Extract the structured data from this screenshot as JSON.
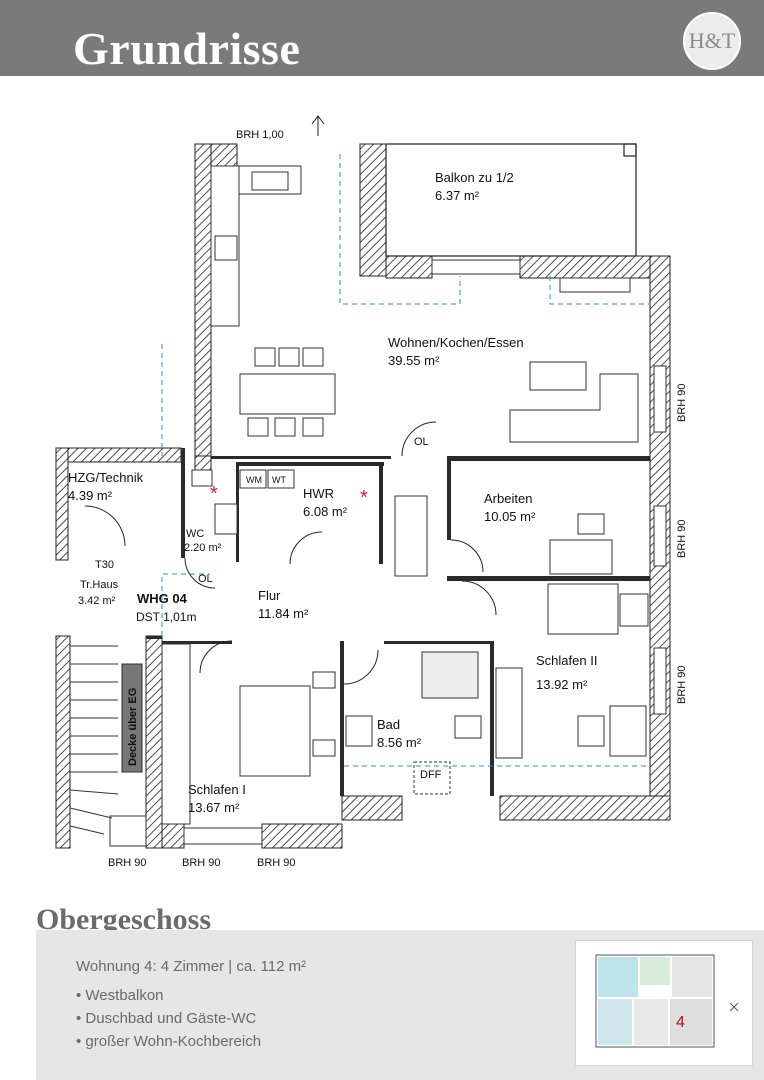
{
  "header": {
    "title": "Grundrisse",
    "logo_text": "H&T"
  },
  "plan": {
    "rooms": [
      {
        "name": "Balkon zu 1/2",
        "area": "6.37 m²"
      },
      {
        "name": "Wohnen/Kochen/Essen",
        "area": "39.55 m²"
      },
      {
        "name": "HZG/Technik",
        "area": "4.39 m²"
      },
      {
        "name": "WC",
        "area": "2.20 m²"
      },
      {
        "name": "HWR",
        "area": "6.08 m²"
      },
      {
        "name": "Arbeiten",
        "area": "10.05 m²"
      },
      {
        "name": "Tr.Haus",
        "area": "3.42 m²"
      },
      {
        "name": "Flur",
        "area": "11.84 m²"
      },
      {
        "name": "Schlafen II",
        "area": "13.92 m²"
      },
      {
        "name": "Bad",
        "area": "8.56 m²"
      },
      {
        "name": "Schlafen I",
        "area": "13.67 m²"
      }
    ],
    "labels": {
      "brh_top": "BRH 1,00",
      "brh_right": "BRH 90",
      "brh_bottom": "BRH 90",
      "ol": "OL",
      "wm": "WM",
      "wt": "WT",
      "t30": "T30",
      "whg": "WHG 04",
      "dst": "DST 1,01m",
      "decke": "Decke über EG",
      "dff": "DFF",
      "marker": "*"
    },
    "colors": {
      "wall": "#2a2a2a",
      "dashed": "#2b8fd0",
      "marker": "#d0213a"
    }
  },
  "floor": {
    "title": "Obergeschoss",
    "unit": "Wohnung 4: 4 Zimmer | ca. 112 m²",
    "features": [
      "• Westbalkon",
      "• Duschbad und Gäste-WC",
      "• großer Wohn-Kochbereich"
    ],
    "key_map": {
      "unit_number": "4"
    }
  }
}
